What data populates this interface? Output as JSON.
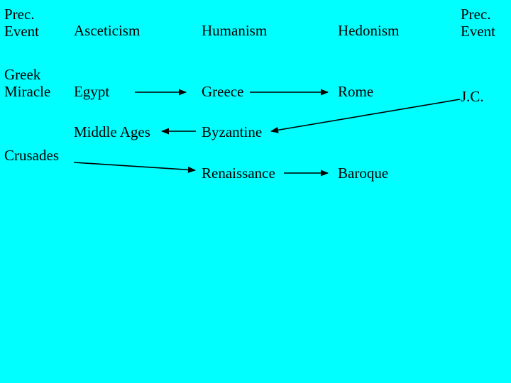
{
  "left_column": {
    "prec_event": "Prec.\nEvent",
    "greek_miracle": "Greek\nMiracle",
    "crusades": "Crusades"
  },
  "right_column": {
    "prec_event": "Prec.\nEvent",
    "jc": "J.C."
  },
  "headers": {
    "asceticism": "Asceticism",
    "humanism": "Humanism",
    "hedonism": "Hedonism"
  },
  "nodes": {
    "egypt": "Egypt",
    "greece": "Greece",
    "rome": "Rome",
    "middle_ages": "Middle Ages",
    "byzantine": "Byzantine",
    "renaissance": "Renaissance",
    "baroque": "Baroque"
  },
  "colors": {
    "background": "#00ffff",
    "text": "#000000",
    "arrow": "#000000"
  }
}
